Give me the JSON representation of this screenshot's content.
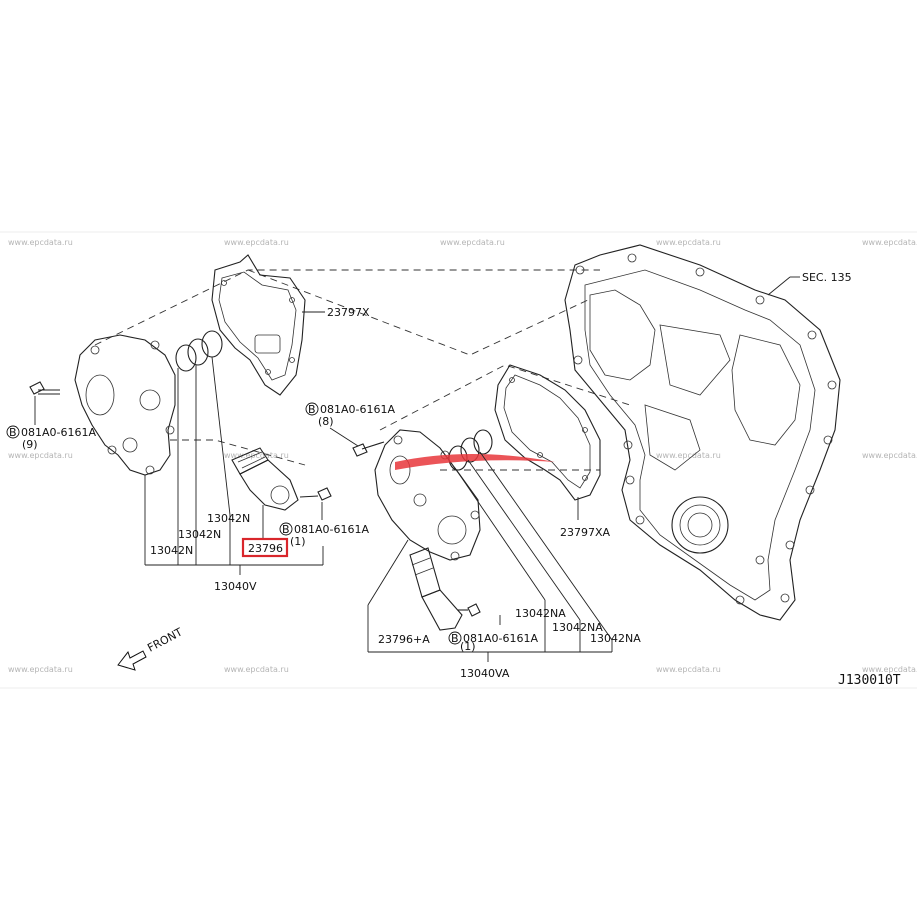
{
  "watermark": {
    "text": "www.epcdata.ru"
  },
  "overlay_logo": {
    "color": "#e8363b"
  },
  "highlight_color": "#d9262b",
  "labels": {
    "sec_135": "SEC. 135",
    "p23797x": "23797X",
    "p23797xa": "23797XA",
    "bolt_left": "081A0-6161A",
    "bolt_left_qty": "(9)",
    "bolt_mid": "081A0-6161A",
    "bolt_mid_qty": "(8)",
    "bolt_small_left": "081A0-6161A",
    "bolt_small_left_qty": "(1)",
    "bolt_small_right": "081A0-6161A",
    "bolt_small_right_qty": "(1)",
    "p13042n_1": "13042N",
    "p13042n_2": "13042N",
    "p13042n_3": "13042N",
    "p23796": "23796",
    "p13040v": "13040V",
    "p23796a": "23796+A",
    "p13042na_1": "13042NA",
    "p13042na_2": "13042NA",
    "p13042na_3": "13042NA",
    "p13040va": "13040VA",
    "front": "FRONT",
    "diagram_code": "J130010T",
    "circled_b": "B"
  }
}
